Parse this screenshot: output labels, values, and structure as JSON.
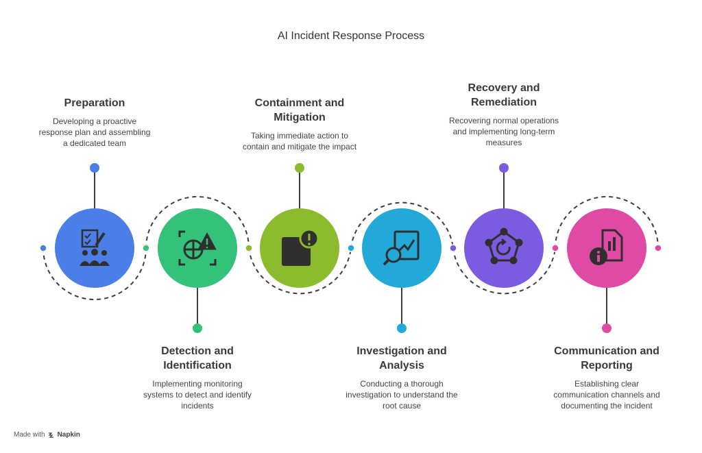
{
  "title": "AI Incident Response Process",
  "stages": [
    {
      "heading": "Preparation",
      "description": "Developing a proactive\nresponse plan and assembling\na dedicated team",
      "color": "#4b7ee6",
      "icon": "team-plan-icon"
    },
    {
      "heading": "Detection and\nIdentification",
      "description": "Implementing monitoring\nsystems to detect and identify\nincidents",
      "color": "#34c179",
      "icon": "scan-alert-icon"
    },
    {
      "heading": "Containment and\nMitigation",
      "description": "Taking immediate action to\ncontain and mitigate the impact",
      "color": "#8dbb2e",
      "icon": "box-alert-icon"
    },
    {
      "heading": "Investigation and\nAnalysis",
      "description": "Conducting a thorough\ninvestigation to understand the\nroot cause",
      "color": "#22a9d8",
      "icon": "magnify-chart-icon"
    },
    {
      "heading": "Recovery and\nRemediation",
      "description": "Recovering normal operations\nand implementing long-term\nmeasures",
      "color": "#7d5be0",
      "icon": "network-refresh-icon"
    },
    {
      "heading": "Communication and\nReporting",
      "description": "Establishing clear\ncommunication channels and\ndocumenting the incident",
      "color": "#de4aa4",
      "icon": "report-info-icon"
    }
  ],
  "footer": {
    "made_with": "Made with",
    "brand": "Napkin"
  }
}
